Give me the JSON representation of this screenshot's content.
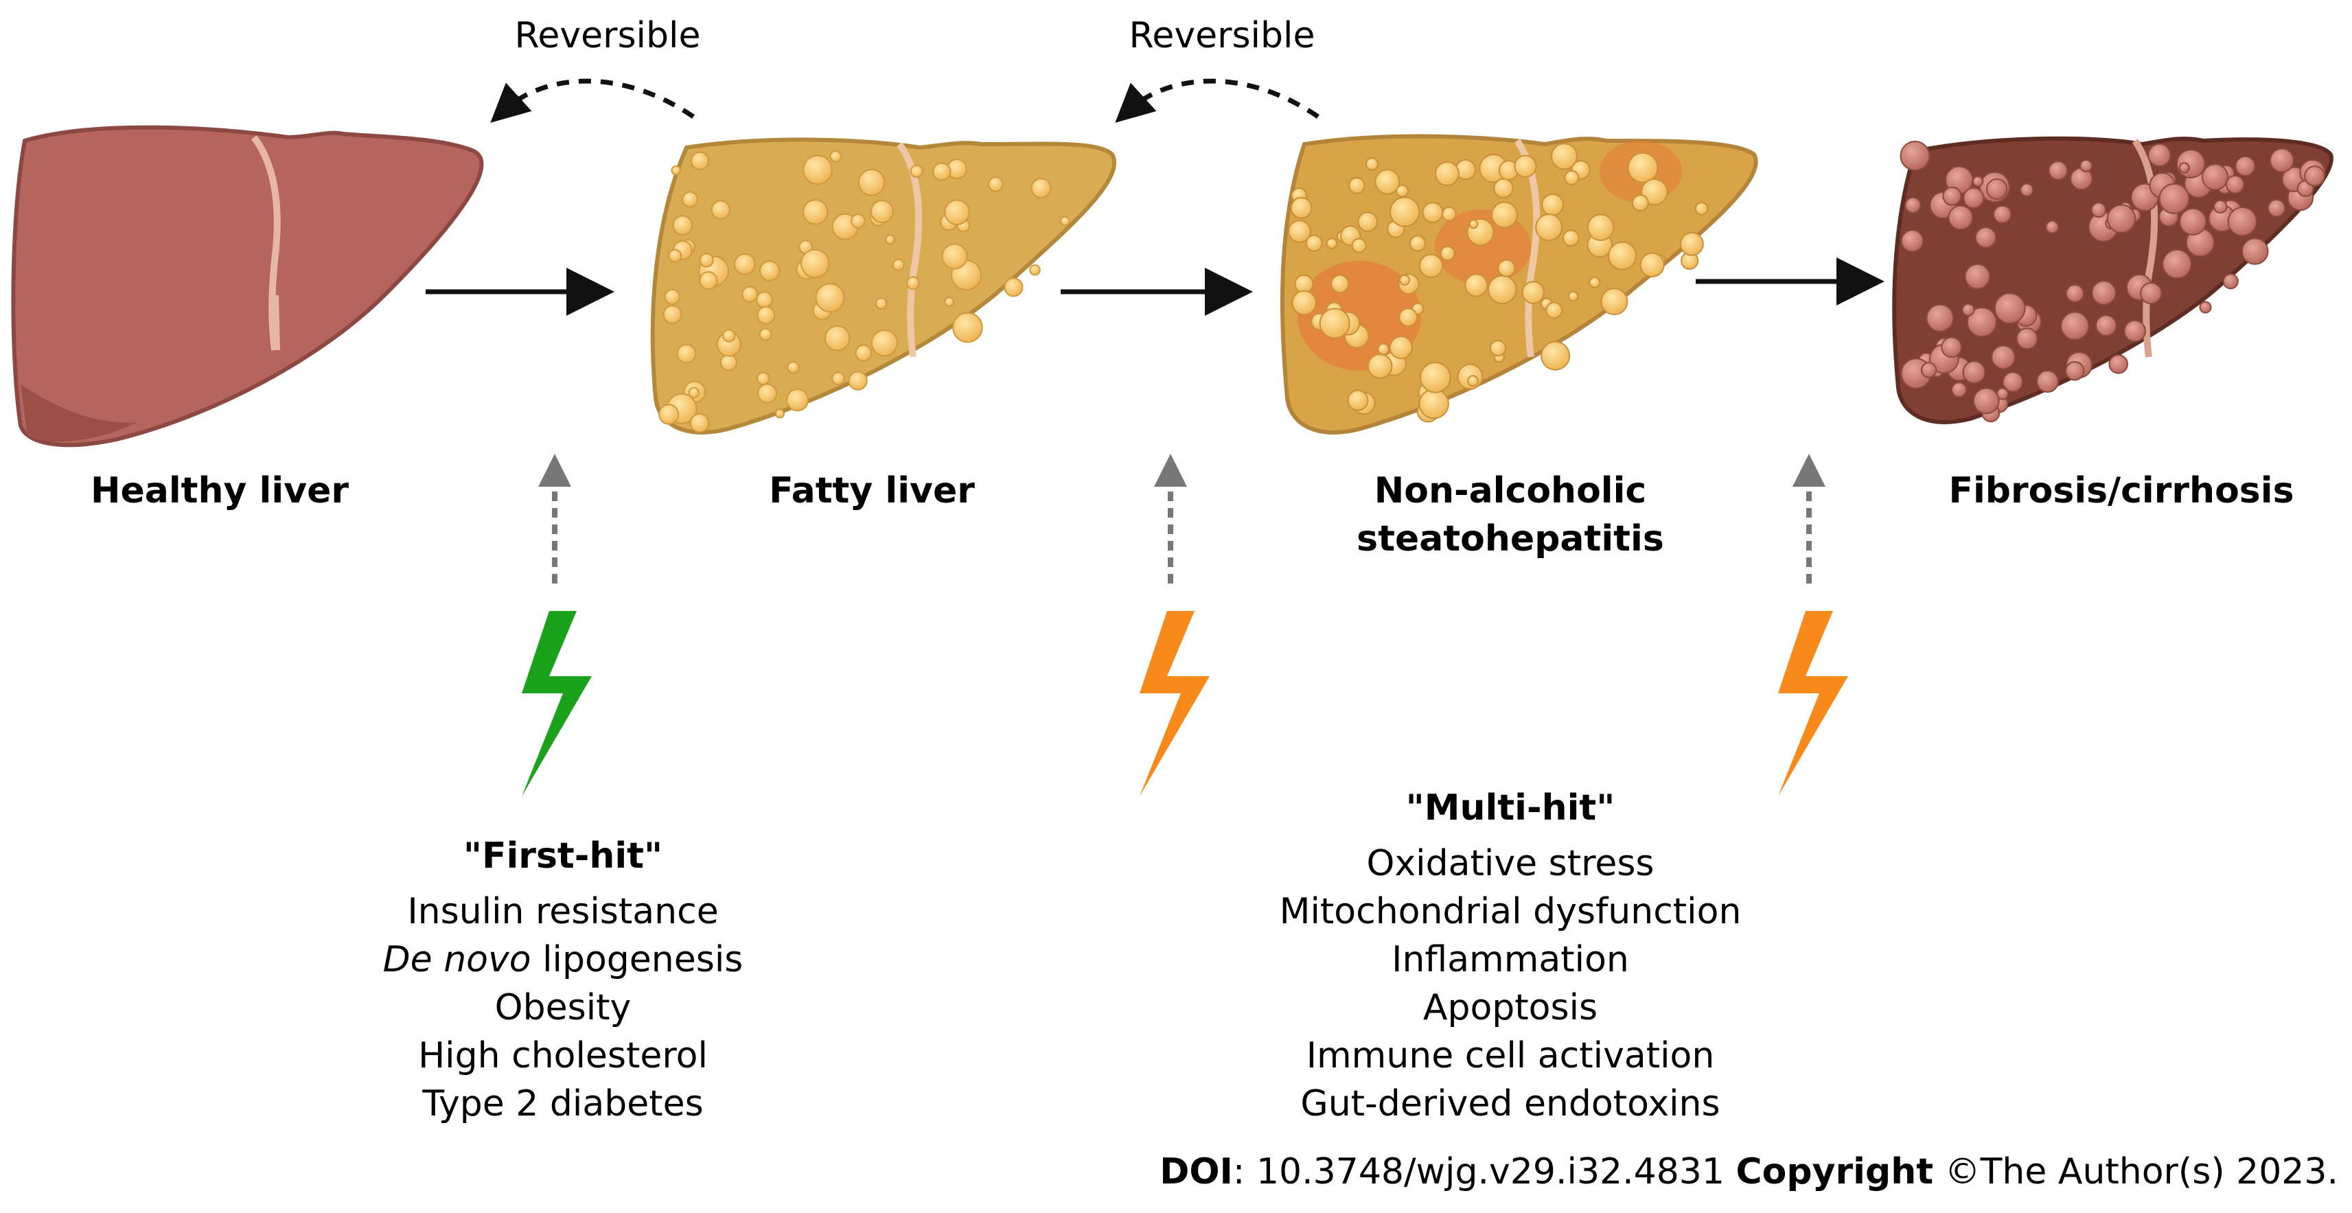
{
  "stages": [
    {
      "label": "Healthy liver"
    },
    {
      "label": "Fatty liver"
    },
    {
      "label_lines": [
        "Non-alcoholic",
        "steatohepatitis"
      ]
    },
    {
      "label": "Fibrosis/cirrhosis"
    }
  ],
  "reversible_labels": [
    "Reversible",
    "Reversible"
  ],
  "first_hit": {
    "title": "\"First-hit\"",
    "items": [
      "Insulin resistance",
      "lipogenesis",
      "Obesity",
      "High cholesterol",
      "Type 2 diabetes"
    ],
    "italic_prefix": "De novo"
  },
  "multi_hit": {
    "title": "\"Multi-hit\"",
    "items": [
      "Oxidative stress",
      "Mitochondrial dysfunction",
      "Inflammation",
      "Apoptosis",
      "Immune cell activation",
      "Gut-derived endotoxins"
    ]
  },
  "footer": {
    "doi_label": "DOI",
    "doi_value": ": 10.3748/wjg.v29.i32.4831",
    "copyright_label": "Copyright",
    "copyright_value": " ©The Author(s) 2023."
  },
  "colors": {
    "healthy_liver": "#b5655e",
    "fatty_liver": "#d9ab52",
    "nash_liver": "#d9a347",
    "nash_inflamed": "#e57f3c",
    "cirrhosis_liver": "#7f3f33",
    "nodule": "#c4776c",
    "fat_droplet": "#f1c069",
    "first_hit_bolt": "#1aa21a",
    "multi_hit_bolt": "#f78a1a",
    "dashed_arrow": "#777777"
  },
  "icons": [
    "healthy-liver-icon",
    "fatty-liver-icon",
    "nash-liver-icon",
    "cirrhosis-liver-icon",
    "lightning-bolt-icon"
  ]
}
